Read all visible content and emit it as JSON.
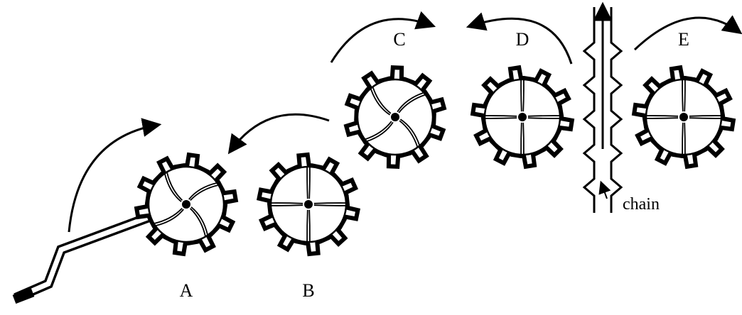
{
  "gears": [
    {
      "id": "A",
      "label": "A",
      "spoke": "curved"
    },
    {
      "id": "B",
      "label": "B",
      "spoke": "cross"
    },
    {
      "id": "C",
      "label": "C",
      "spoke": "curved"
    },
    {
      "id": "D",
      "label": "D",
      "spoke": "cross"
    },
    {
      "id": "E",
      "label": "E",
      "spoke": "cross"
    }
  ],
  "chain": {
    "label": "chain"
  },
  "colors": {
    "stroke": "#000000",
    "background": "#ffffff"
  }
}
